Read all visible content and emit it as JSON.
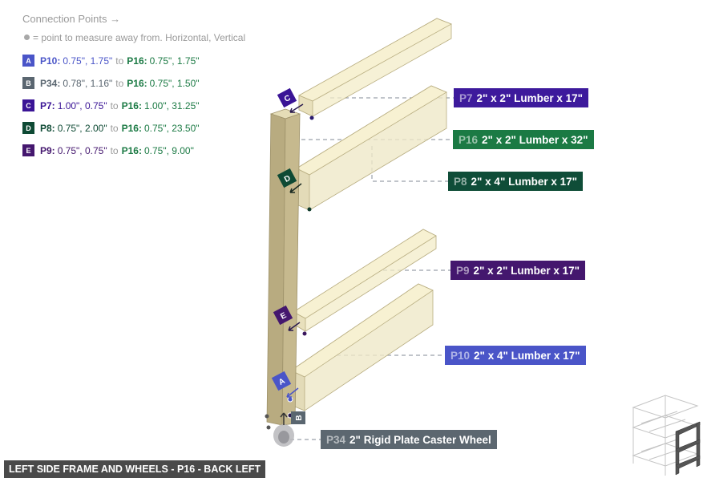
{
  "legend": {
    "title": "Connection Points →",
    "note": "= point to measure away from. Horizontal, Vertical",
    "points": [
      {
        "badge": "A",
        "color": "#4a55c8",
        "from": "P10:",
        "from_values": "0.75\", 1.75\"",
        "to": "to",
        "target": "P16:",
        "target_values": "0.75\", 1.75\""
      },
      {
        "badge": "B",
        "color": "#5a6670",
        "from": "P34:",
        "from_values": "0.78\", 1.16\"",
        "to": "to",
        "target": "P16:",
        "target_values": "0.75\", 1.50\""
      },
      {
        "badge": "C",
        "color": "#3a1496",
        "from": "P7:",
        "from_values": "1.00\", 0.75\"",
        "to": "to",
        "target": "P16:",
        "target_values": "1.00\", 31.25\""
      },
      {
        "badge": "D",
        "color": "#0e4a34",
        "from": "P8:",
        "from_values": "0.75\", 2.00\"",
        "to": "to",
        "target": "P16:",
        "target_values": "0.75\", 23.50\""
      },
      {
        "badge": "E",
        "color": "#44176e",
        "from": "P9:",
        "from_values": "0.75\", 0.75\"",
        "to": "to",
        "target": "P16:",
        "target_values": "0.75\", 9.00\""
      }
    ]
  },
  "callouts": [
    {
      "id": "P7",
      "label": "2\" x 2\" Lumber x 17\"",
      "color": "#3d1a9c"
    },
    {
      "id": "P16",
      "label": "2\" x 2\" Lumber x 32\"",
      "color": "#1b7a44"
    },
    {
      "id": "P8",
      "label": "2\" x 4\" Lumber  x 17\"",
      "color": "#0f4d38"
    },
    {
      "id": "P9",
      "label": "2\" x 2\" Lumber x 17\"",
      "color": "#44176e"
    },
    {
      "id": "P10",
      "label": "2\" x 4\" Lumber  x 17\"",
      "color": "#4a55c8"
    },
    {
      "id": "P34",
      "label": "2\" Rigid Plate Caster Wheel",
      "color": "#5c6770"
    }
  ],
  "markers": [
    "A",
    "B",
    "C",
    "D",
    "E"
  ],
  "caption": "LEFT SIDE FRAME AND WHEELS - P16 - BACK LEFT"
}
